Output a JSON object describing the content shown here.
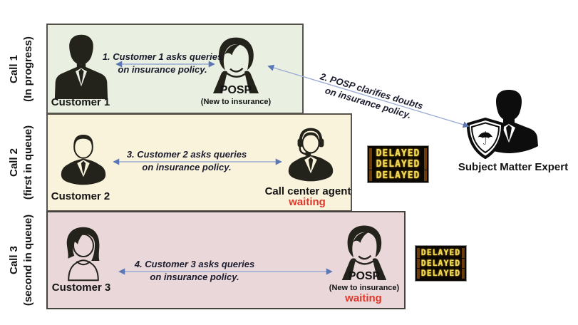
{
  "figure": {
    "type": "diagram",
    "description": "Insurance call-flow diagram: three calls between customers and POSP / call center agent, with a Subject Matter Expert clarifying doubts"
  },
  "colors": {
    "call1_box_bg": "#eaf0e1",
    "call2_box_bg": "#faf3dc",
    "call3_box_bg": "#e9d7d9",
    "box_border": "#56544c",
    "arrow": "#9aabd4",
    "arrowhead": "#5c77b5",
    "annotation_text": "#1b1b2e",
    "waiting_text": "#e0372b",
    "delayed_sign_bg": "#0a0703",
    "delayed_sign_text": "#f2da4e",
    "icon_dark": "#23221b"
  },
  "icons": {
    "customer1": "businessman-silhouette-icon",
    "posp": "woman-bob-haircut-icon",
    "customer2": "man-in-suit-icon",
    "call_center_agent": "agent-headset-icon",
    "customer3": "woman-side-swept-hair-icon",
    "expert": "businessman-silhouette-icon",
    "expert_badge": "shield-umbrella-icon"
  },
  "call1": {
    "side_label_line1": "Call 1",
    "side_label_line2": "(In progress)",
    "customer_label": "Customer 1",
    "agent_label": "POSP",
    "agent_sublabel": "(New to insurance)",
    "annotation_line1": "1. Customer 1 asks queries",
    "annotation_line2": "on insurance policy."
  },
  "call2": {
    "side_label_line1": "Call 2",
    "side_label_line2": "(first in queue)",
    "customer_label": "Customer 2",
    "agent_label": "Call center agent",
    "agent_status": "waiting",
    "annotation_line1": "3. Customer 2 asks queries",
    "annotation_line2": "on insurance policy.",
    "delayed_sign": [
      "DELAYED",
      "DELAYED",
      "DELAYED"
    ]
  },
  "call3": {
    "side_label_line1": "Call 3",
    "side_label_line2": "(second in queue)",
    "customer_label": "Customer 3",
    "agent_label": "POSP",
    "agent_sublabel": "(New to insurance)",
    "agent_status": "waiting",
    "annotation_line1": "4. Customer 3 asks queries",
    "annotation_line2": "on insurance policy.",
    "delayed_sign": [
      "DELAYED",
      "DELAYED",
      "DELAYED"
    ]
  },
  "expert": {
    "label": "Subject Matter Expert",
    "annotation_line1": "2. POSP clarifies doubts",
    "annotation_line2": "on insurance policy."
  }
}
